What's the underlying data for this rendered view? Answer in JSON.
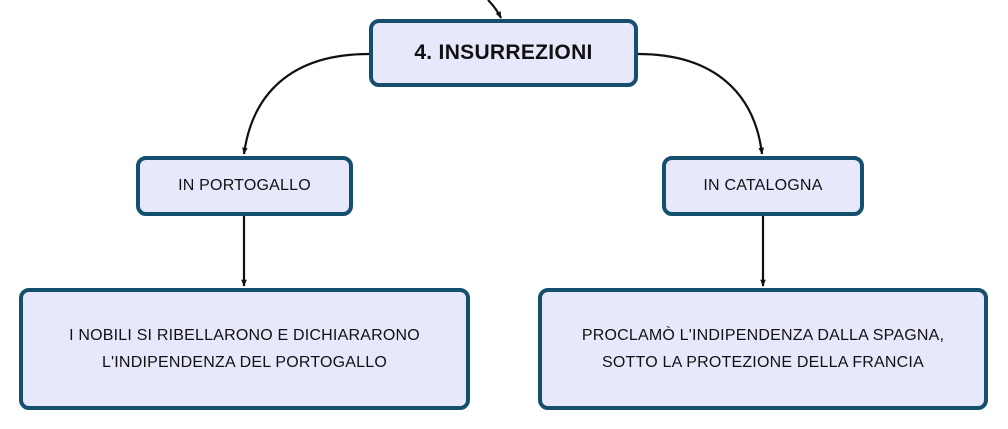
{
  "diagram": {
    "title_node": {
      "label": "4. INSURREZIONI"
    },
    "branches": [
      {
        "label": "IN PORTOGALLO",
        "detail": [
          "I NOBILI SI RIBELLARONO E DICHIARARONO",
          "L'INDIPENDENZA DEL PORTOGALLO"
        ]
      },
      {
        "label": "IN CATALOGNA",
        "detail": [
          "PROCLAMÒ L'INDIPENDENZA DALLA SPAGNA,",
          "SOTTO LA PROTEZIONE DELLA FRANCIA"
        ]
      }
    ],
    "colors": {
      "node_fill": "#e8e8fc",
      "node_border": "#14506e",
      "connector": "#111111",
      "text": "#111111"
    }
  }
}
